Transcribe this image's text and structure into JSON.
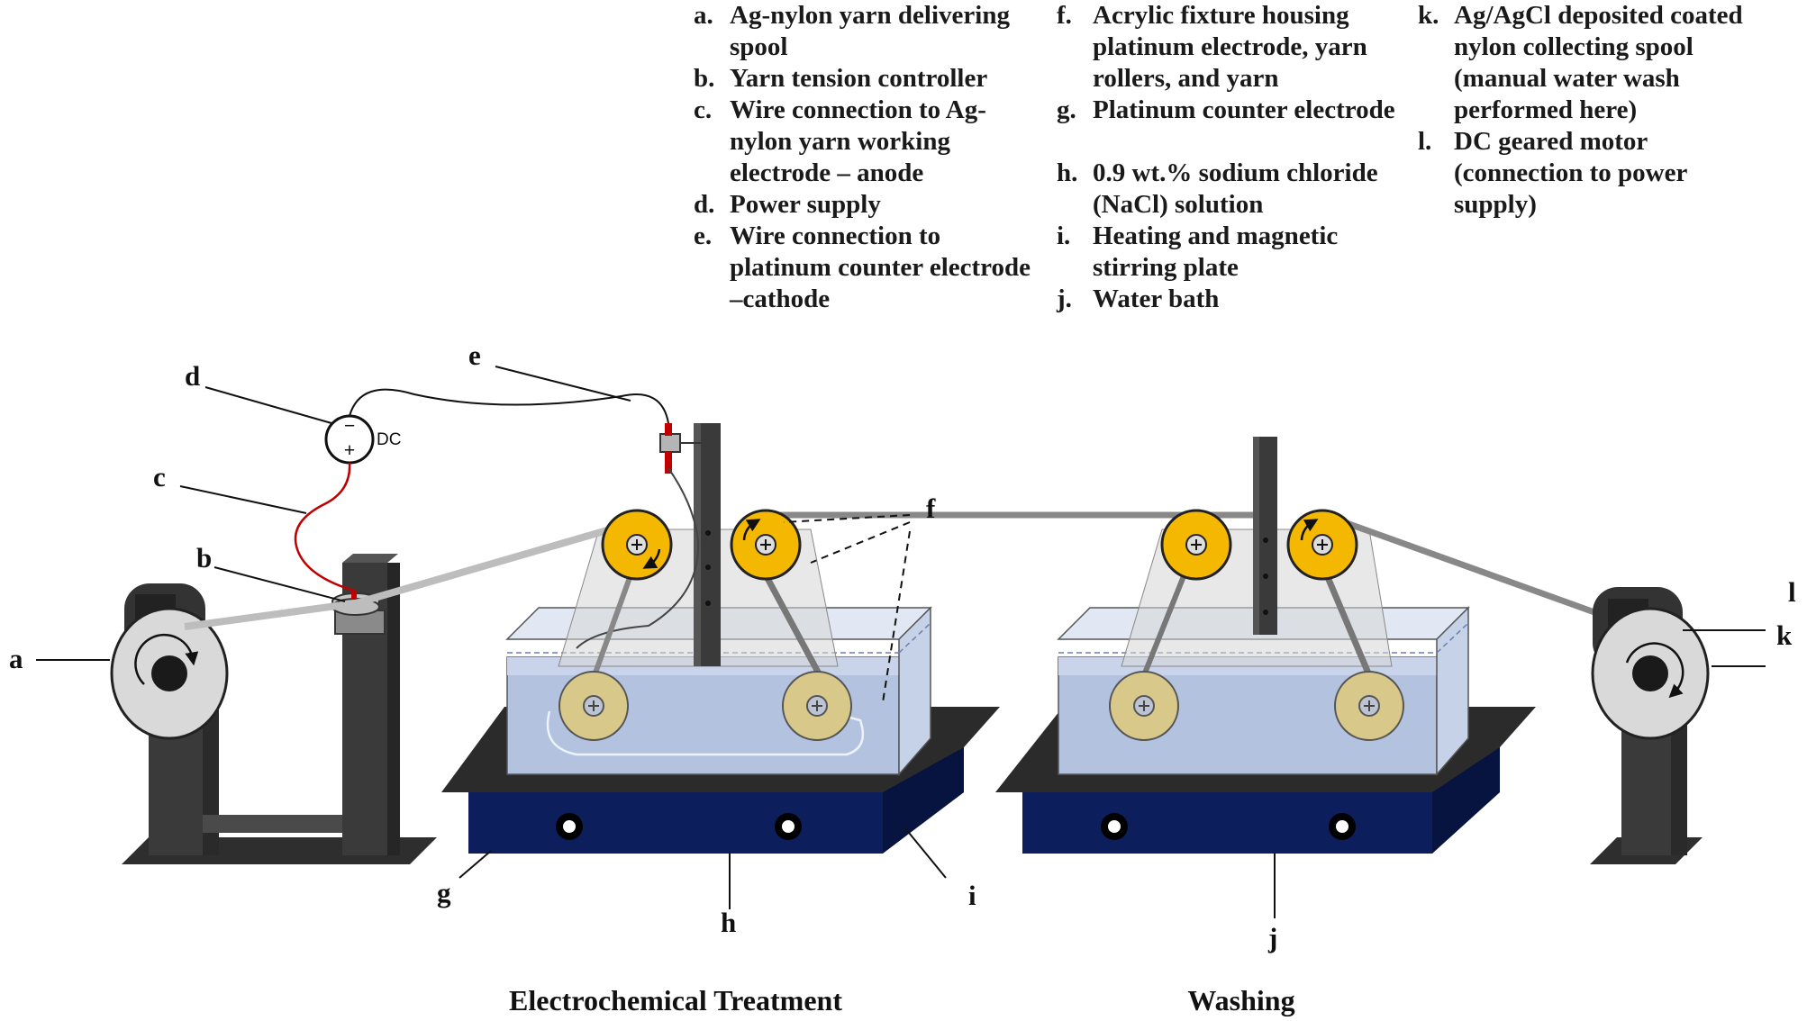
{
  "legend": {
    "col1": [
      {
        "key": "a.",
        "text": "Ag-nylon yarn delivering spool"
      },
      {
        "key": "b.",
        "text": "Yarn tension controller"
      },
      {
        "key": "c.",
        "text": "Wire connection to Ag-nylon yarn working electrode – anode"
      },
      {
        "key": "d.",
        "text": "Power supply"
      },
      {
        "key": "e.",
        "text": "Wire connection to platinum counter electrode –cathode"
      }
    ],
    "col2": [
      {
        "key": "f.",
        "text": "Acrylic fixture housing platinum electrode, yarn rollers, and yarn"
      },
      {
        "key": "g.",
        "text": "Platinum counter electrode"
      },
      {
        "key": "h.",
        "text": "0.9 wt.% sodium chloride (NaCl) solution"
      },
      {
        "key": "i.",
        "text": "Heating and magnetic stirring plate"
      },
      {
        "key": "j.",
        "text": "Water bath"
      }
    ],
    "col3": [
      {
        "key": "k.",
        "text": "Ag/AgCl deposited coated nylon collecting spool (manual water wash performed here)"
      },
      {
        "key": "l.",
        "text": "DC geared motor (connection to power supply)"
      }
    ]
  },
  "labels": {
    "a": "a",
    "b": "b",
    "c": "c",
    "d": "d",
    "e": "e",
    "f": "f",
    "g": "g",
    "h": "h",
    "i": "i",
    "j": "j",
    "k": "k",
    "l": "l"
  },
  "power_supply": {
    "text": "DC",
    "minus": "−",
    "plus": "+"
  },
  "captions": {
    "left": "Electrochemical Treatment",
    "right": "Washing"
  },
  "colors": {
    "stand": "#3f3f3f",
    "plate_top": "#2b2b2b",
    "plate_side": "#0c1f5c",
    "roller": "#f5b800",
    "spool": "#d9d9d9",
    "water": "#a9bede",
    "tank": "#dfe6f3",
    "anode_wire": "#c00000"
  }
}
